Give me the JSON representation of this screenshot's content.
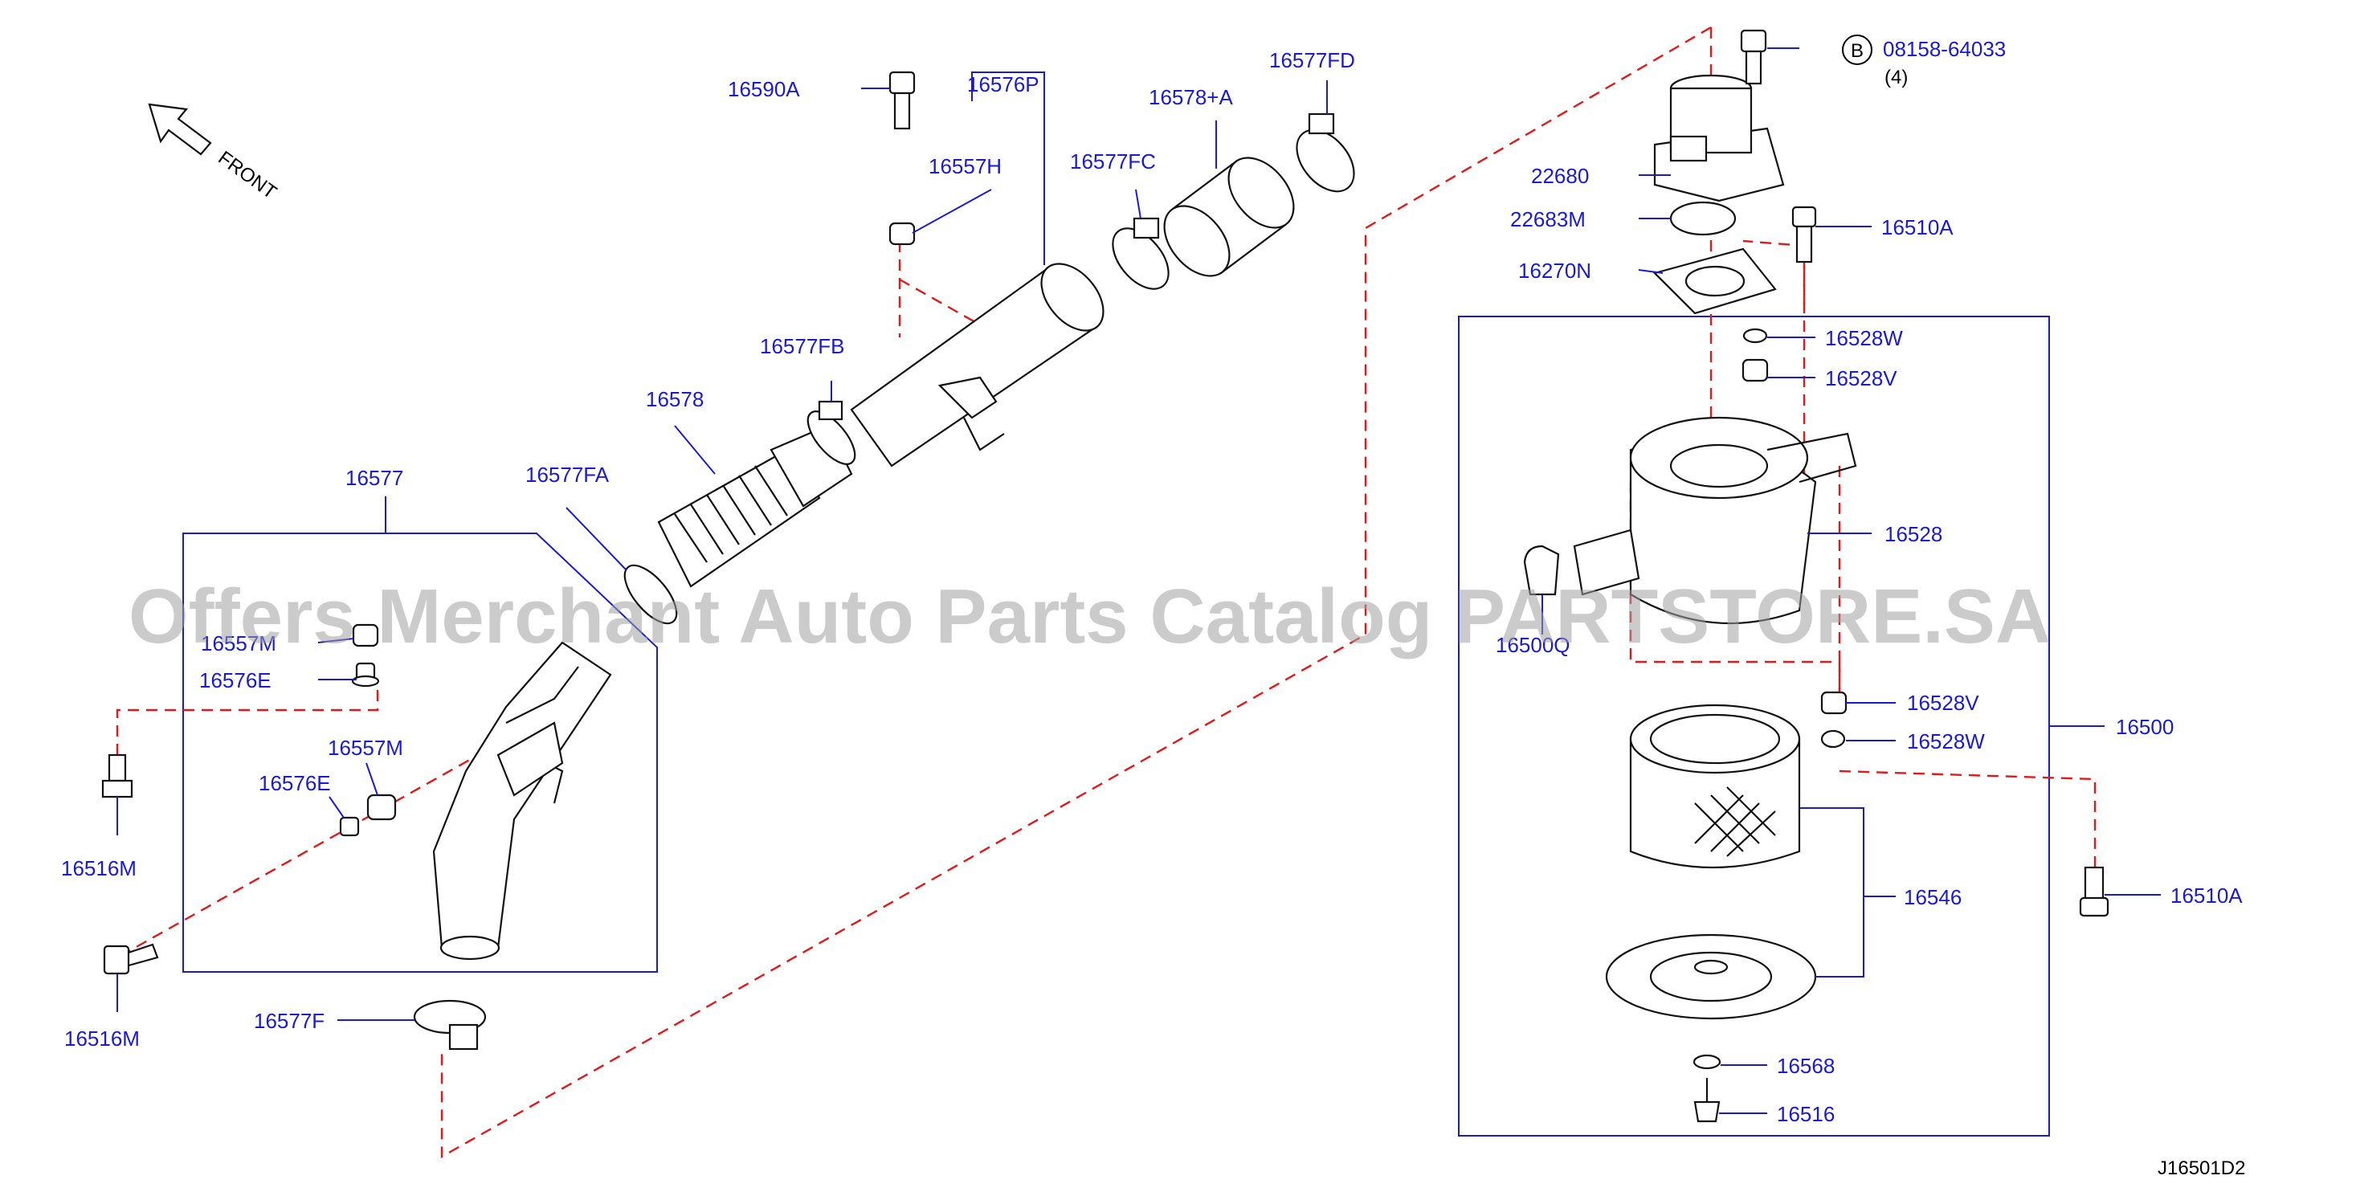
{
  "diagram": {
    "code": "J16501D2",
    "front_label": "FRONT",
    "watermark": "Offers Merchant Auto Parts Catalog PARTSTORE.SA",
    "bolt_spec": {
      "circle_letter": "B",
      "part": "08158-64033",
      "qty": "(4)"
    },
    "labels": {
      "p16590A": "16590A",
      "p16576P": "16576P",
      "p16578A": "16578+A",
      "p16577FD": "16577FD",
      "p16557H": "16557H",
      "p16577FC": "16577FC",
      "p16577FB": "16577FB",
      "p16578": "16578",
      "p16577FA": "16577FA",
      "p16577": "16577",
      "p16557M_top": "16557M",
      "p16576E_top": "16576E",
      "p16557M": "16557M",
      "p16576E": "16576E",
      "p16516M_top": "16516M",
      "p16516M_bot": "16516M",
      "p16577F": "16577F",
      "p22680": "22680",
      "p22683M": "22683M",
      "p16270N": "16270N",
      "p16510A_top": "16510A",
      "p16528W_top": "16528W",
      "p16528V_top": "16528V",
      "p16528": "16528",
      "p16500Q": "16500Q",
      "p16528V_bot": "16528V",
      "p16528W_bot": "16528W",
      "p16500": "16500",
      "p16546": "16546",
      "p16510A_bot": "16510A",
      "p16568": "16568",
      "p16516": "16516"
    }
  }
}
